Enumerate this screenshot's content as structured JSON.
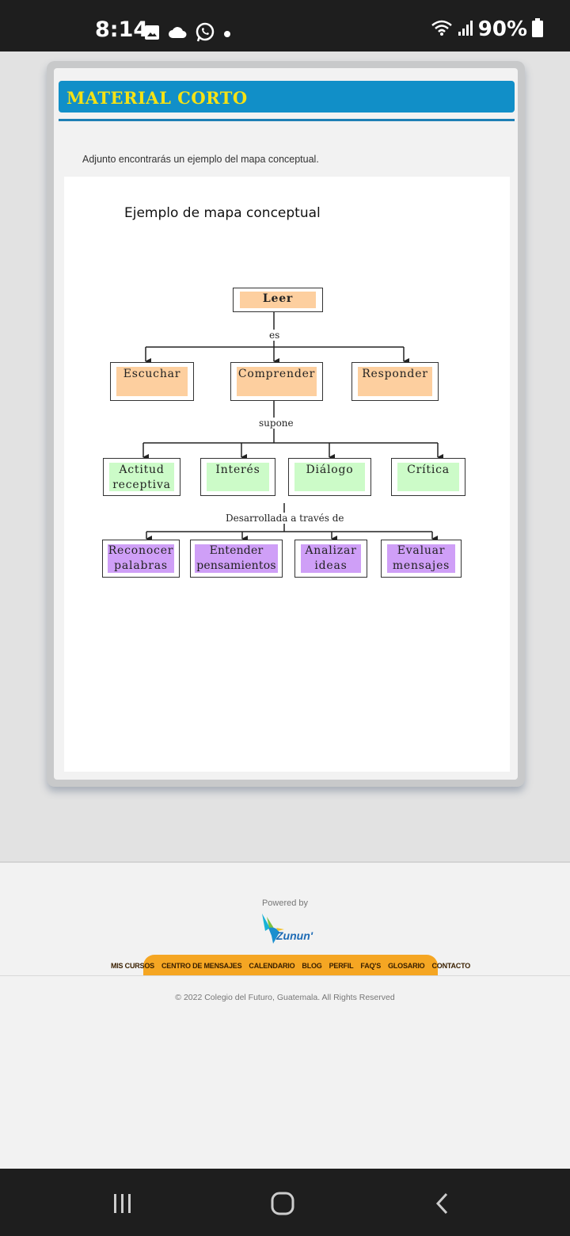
{
  "status_bar": {
    "time": "8:14",
    "battery_percent": "90%",
    "icons": [
      "image-icon",
      "cloud-icon",
      "whatsapp-icon",
      "dot-icon",
      "wifi-icon",
      "signal-icon",
      "battery-icon"
    ]
  },
  "header": {
    "title": "MATERIAL CORTO"
  },
  "intro_text": "Adjunto encontrarás un ejemplo del mapa conceptual.",
  "concept_map": {
    "title": "Ejemplo de mapa conceptual",
    "root": "Leer",
    "link1": "es",
    "level1": [
      "Escuchar",
      "Comprender",
      "Responder"
    ],
    "link2": "supone",
    "level2": [
      {
        "line1": "Actitud",
        "line2": "receptiva"
      },
      {
        "line1": "Interés",
        "line2": ""
      },
      {
        "line1": "Diálogo",
        "line2": ""
      },
      {
        "line1": "Crítica",
        "line2": ""
      }
    ],
    "link3": "Desarrollada a través de",
    "level3": [
      {
        "line1": "Reconocer",
        "line2": "palabras"
      },
      {
        "line1": "Entender",
        "line2": "pensamientos"
      },
      {
        "line1": "Analizar",
        "line2": "ideas"
      },
      {
        "line1": "Evaluar",
        "line2": "mensajes"
      }
    ],
    "colors": {
      "level0_1": "#fdcf9f",
      "level2": "#ccfbc8",
      "level3": "#cf9ff7"
    }
  },
  "footer": {
    "powered_by": "Powered by",
    "logo_text": "Zunun'",
    "nav": [
      "MIS CURSOS",
      "CENTRO DE MENSAJES",
      "CALENDARIO",
      "BLOG",
      "PERFIL",
      "FAQ'S",
      "GLOSARIO",
      "CONTACTO"
    ],
    "copyright": "© 2022 Colegio del Futuro, Guatemala. All Rights Reserved"
  },
  "android_nav": [
    "recents-icon",
    "home-icon",
    "back-icon"
  ]
}
